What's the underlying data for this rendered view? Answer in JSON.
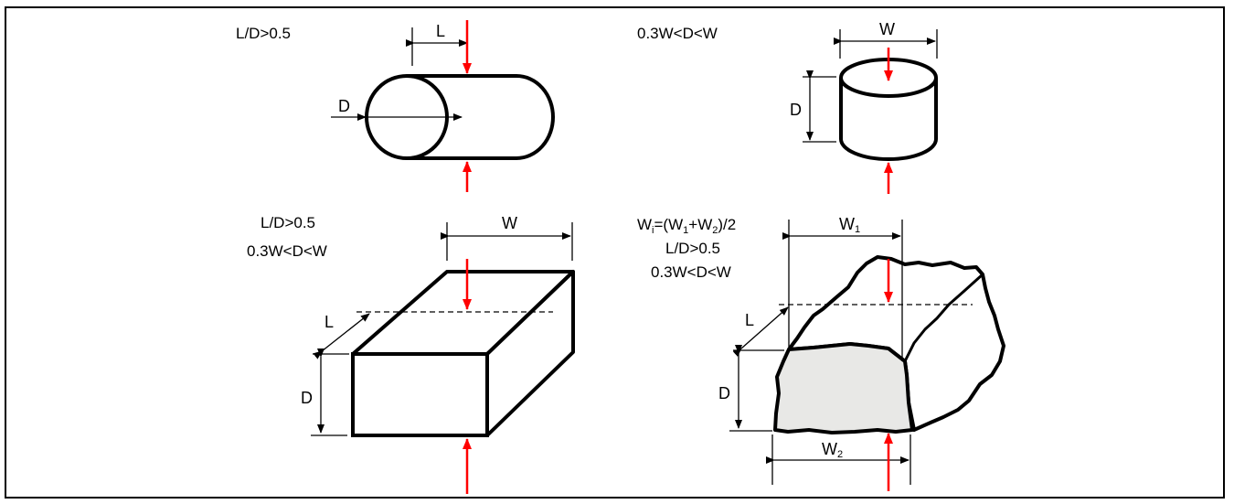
{
  "panels": {
    "cylinder_diametral": {
      "condition": "L/D>0.5",
      "dim_length": "L",
      "dim_diameter": "D"
    },
    "cylinder_axial": {
      "condition": "0.3W<D<W",
      "dim_width": "W",
      "dim_depth": "D"
    },
    "block": {
      "condition_line1": "L/D>0.5",
      "condition_line2": "0.3W<D<W",
      "dim_width": "W",
      "dim_length": "L",
      "dim_depth": "D"
    },
    "irregular_lump": {
      "formula_w": "W",
      "formula_i": "i",
      "formula_mid": "=(W",
      "formula_1": "1",
      "formula_plus": "+W",
      "formula_2": "2",
      "formula_end": ")/2",
      "condition_line2": "L/D>0.5",
      "condition_line3": "0.3W<D<W",
      "dim_w1_main": "W",
      "dim_w1_sub": "1",
      "dim_w2_main": "W",
      "dim_w2_sub": "2",
      "dim_length": "L",
      "dim_depth": "D"
    }
  },
  "colors": {
    "outline": "#000000",
    "load_arrow": "#ff0000",
    "lump_face": "#e8e8e6"
  }
}
